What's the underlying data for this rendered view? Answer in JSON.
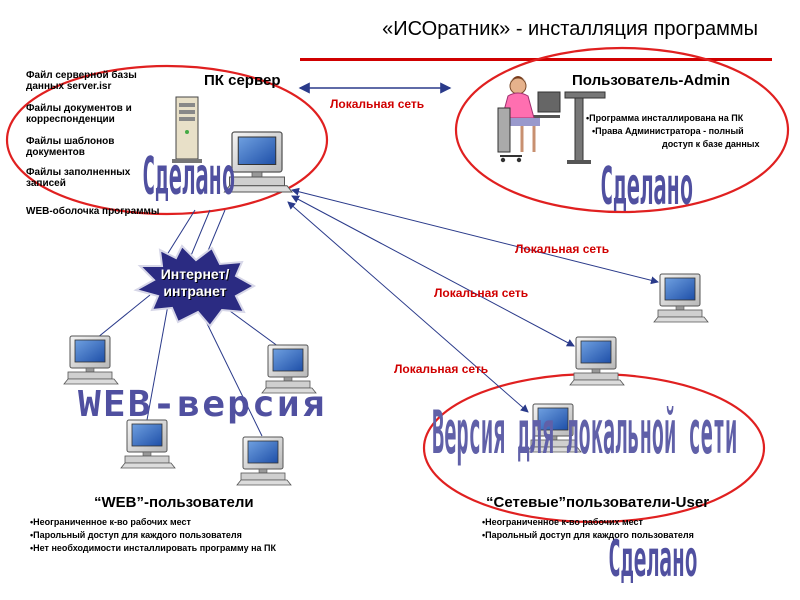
{
  "title": "«ИСОратник» - инсталляция программы",
  "server": {
    "label": "ПК сервер",
    "files": [
      "Файл серверной базы данных server.isr",
      "Файлы документов и корреспонденции",
      "Файлы шаблонов документов",
      "Файлы заполненных записей",
      "WEB-оболочка программы"
    ]
  },
  "admin": {
    "label": "Пользователь-Admin",
    "bullets": [
      "•Программа инсталлирована на ПК",
      "•Права Администратора - полный",
      "доступ к базе данных"
    ]
  },
  "network_labels": [
    "Локальная сеть",
    "Локальная сеть",
    "Локальная сеть",
    "Локальная сеть"
  ],
  "internet_label": [
    "Интернет/",
    "интранет"
  ],
  "web": {
    "label": "“WEB”-пользователи",
    "bullets": [
      "•Неограниченное к-во рабочих мест",
      "•Парольный доступ для каждого пользователя",
      "•Нет необходимости инсталлировать программу на ПК"
    ]
  },
  "lan": {
    "label": "“Сетевые”пользователи-User",
    "bullets": [
      "•Неограниченное к-во рабочих мест",
      "•Парольный доступ для каждого пользователя"
    ]
  },
  "stamps": {
    "done": "Сделано",
    "web_version": "WEB-версия",
    "lan_version": "Версия для локальной  сети"
  },
  "colors": {
    "accent": "#d00000",
    "link": "#2a3a8a",
    "stamp": "#5050a0",
    "burst": "#2b2b82"
  }
}
